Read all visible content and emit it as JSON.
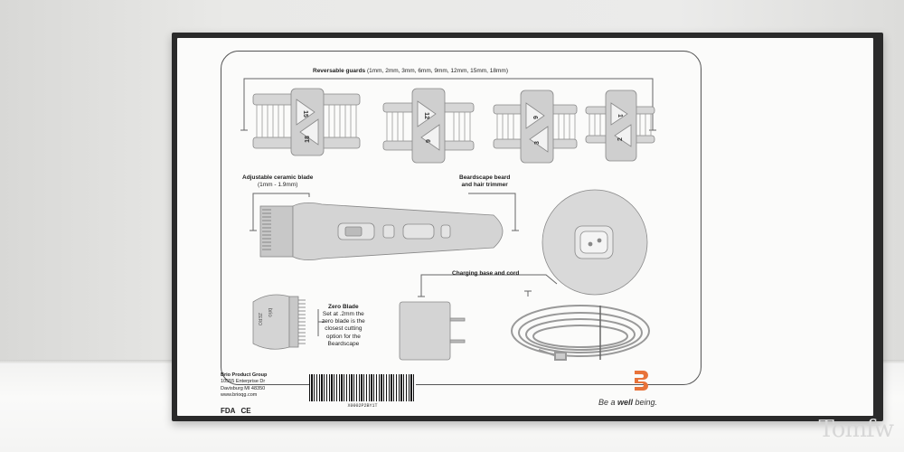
{
  "guards_title": "Reversable guards",
  "guards_sizes": "(1mm, 2mm, 3mm, 6mm, 9mm, 12mm, 15mm, 18mm)",
  "guard_labels": [
    {
      "top": "15",
      "bottom": "18"
    },
    {
      "top": "12",
      "bottom": "9"
    },
    {
      "top": "6",
      "bottom": "3"
    },
    {
      "top": "1",
      "bottom": "2"
    }
  ],
  "blade_title": "Adjustable ceramic blade",
  "blade_range": "(1mm - 1.9mm)",
  "trimmer_title_1": "Beardscape beard",
  "trimmer_title_2": "and hair trimmer",
  "charging_title": "Charging base and cord",
  "zero_title": "Zero Blade",
  "zero_desc_1": "Set at .2mm the",
  "zero_desc_2": "zero blade is the",
  "zero_desc_3": "closest cutting",
  "zero_desc_4": "option for the",
  "zero_desc_5": "Beardscape",
  "zero_brand": "brio",
  "zero_word": "ZERO",
  "company": {
    "name": "Brio Product Group",
    "address1": "10555 Enterprise Dr",
    "address2": "Davisburg MI 48350",
    "web": "www.brioqg.com"
  },
  "cert_fda": "FDA",
  "cert_ce": "CE",
  "barcode_number": "X0002P2BY1T",
  "tagline_pre": "Be a ",
  "tagline_well": "well",
  "tagline_post": " being.",
  "watermark": "Tomfw",
  "colors": {
    "brand_orange": "#e8733a",
    "box_dark": "#2a2a2a",
    "panel": "#fbfbfa"
  }
}
